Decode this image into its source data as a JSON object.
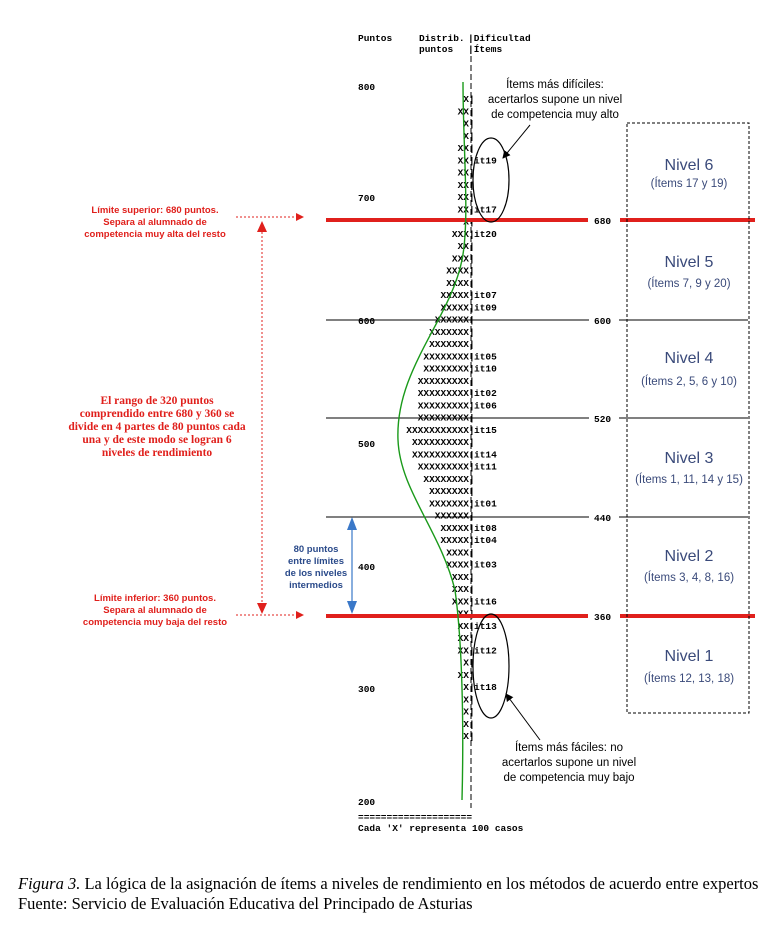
{
  "header": {
    "puntos": "Puntos",
    "distrib_1": "Distrib.",
    "distrib_2": "puntos",
    "dificultad_1": "|Dificultad",
    "dificultad_2": "|Ítems"
  },
  "scale": {
    "labels": [
      "800",
      "700",
      "600",
      "500",
      "400",
      "300",
      "200"
    ],
    "footer_rule": "====================",
    "footer_note": "Cada 'X' representa   100 casos"
  },
  "rows": [
    {
      "x": "X",
      "item": ""
    },
    {
      "x": "XX",
      "item": ""
    },
    {
      "x": "X",
      "item": ""
    },
    {
      "x": "X",
      "item": ""
    },
    {
      "x": "XX",
      "item": ""
    },
    {
      "x": "XX",
      "item": "it19"
    },
    {
      "x": "XX",
      "item": ""
    },
    {
      "x": "XX",
      "item": ""
    },
    {
      "x": "XX",
      "item": ""
    },
    {
      "x": "XX",
      "item": "it17"
    },
    {
      "x": "X",
      "item": ""
    },
    {
      "x": "XXX",
      "item": "it20"
    },
    {
      "x": "XX",
      "item": ""
    },
    {
      "x": "XXX",
      "item": ""
    },
    {
      "x": "XXXX",
      "item": ""
    },
    {
      "x": "XXXX",
      "item": ""
    },
    {
      "x": "XXXXX",
      "item": "it07"
    },
    {
      "x": "XXXXX",
      "item": "it09"
    },
    {
      "x": "XXXXXX",
      "item": ""
    },
    {
      "x": "XXXXXXX",
      "item": ""
    },
    {
      "x": "XXXXXXX",
      "item": ""
    },
    {
      "x": "XXXXXXXX",
      "item": "it05"
    },
    {
      "x": "XXXXXXXX",
      "item": "it10"
    },
    {
      "x": "XXXXXXXXX",
      "item": ""
    },
    {
      "x": "XXXXXXXXX",
      "item": "it02"
    },
    {
      "x": "XXXXXXXXX",
      "item": "it06"
    },
    {
      "x": "XXXXXXXXX",
      "item": ""
    },
    {
      "x": "XXXXXXXXXXX",
      "item": "it15"
    },
    {
      "x": "XXXXXXXXXX",
      "item": ""
    },
    {
      "x": "XXXXXXXXXX",
      "item": "it14"
    },
    {
      "x": "XXXXXXXXX",
      "item": "it11"
    },
    {
      "x": "XXXXXXXX",
      "item": ""
    },
    {
      "x": "XXXXXXX",
      "item": ""
    },
    {
      "x": "XXXXXXX",
      "item": "it01"
    },
    {
      "x": "XXXXXX",
      "item": ""
    },
    {
      "x": "XXXXX",
      "item": "it08"
    },
    {
      "x": "XXXXX",
      "item": "it04"
    },
    {
      "x": "XXXX",
      "item": ""
    },
    {
      "x": "XXXX",
      "item": "it03"
    },
    {
      "x": "XXX",
      "item": ""
    },
    {
      "x": "XXX",
      "item": ""
    },
    {
      "x": "XXX",
      "item": "it16"
    },
    {
      "x": "XX",
      "item": ""
    },
    {
      "x": "XX",
      "item": "it13"
    },
    {
      "x": "XX",
      "item": ""
    },
    {
      "x": "XX",
      "item": "it12"
    },
    {
      "x": "X",
      "item": ""
    },
    {
      "x": "XX",
      "item": ""
    },
    {
      "x": "X",
      "item": "it18"
    },
    {
      "x": "X",
      "item": ""
    },
    {
      "x": "X",
      "item": ""
    },
    {
      "x": "X",
      "item": ""
    },
    {
      "x": "X",
      "item": ""
    }
  ],
  "cutoffs": [
    "680",
    "600",
    "520",
    "440",
    "360"
  ],
  "levels": [
    {
      "name": "Nivel 6",
      "items": "(Ítems 17 y 19)"
    },
    {
      "name": "Nivel 5",
      "items": "(Ítems 7, 9 y 20)"
    },
    {
      "name": "Nivel 4",
      "items": "(Ítems 2, 5, 6 y 10)"
    },
    {
      "name": "Nivel 3",
      "items": "(Ítems 1, 11, 14 y 15)"
    },
    {
      "name": "Nivel 2",
      "items": "(Ítems 3, 4, 8, 16)"
    },
    {
      "name": "Nivel 1",
      "items": "(Ítems 12, 13, 18)"
    }
  ],
  "annotations": {
    "hard": [
      "Ítems más difíciles:",
      "acertarlos supone un nivel",
      "de competencia muy alto"
    ],
    "easy": [
      "Ítems más fáciles: no",
      "acertarlos supone un nivel",
      "de competencia muy bajo"
    ],
    "upper": [
      "Límite superior: 680 puntos.",
      "Separa al alumnado de",
      "competencia muy alta del resto"
    ],
    "range": [
      "El rango de 320 puntos",
      "comprendido entre 680 y 360 se",
      "divide en 4 partes de 80 puntos cada",
      "una y de este modo se logran 6",
      "niveles de rendimiento"
    ],
    "eighty": [
      "80 puntos",
      "entre límites",
      "de los niveles",
      "intermedios"
    ],
    "lower": [
      "Límite inferior: 360 puntos.",
      "Separa al alumnado de",
      "competencia muy baja del resto"
    ]
  },
  "caption": {
    "figure_label": "Figura 3.",
    "figure_text": " La lógica de la asignación de ítems a niveles de rendimiento en los métodos de acuerdo entre expertos",
    "source": "Fuente: Servicio de Evaluación Educativa del Principado de Asturias"
  },
  "colors": {
    "red": "#e0201c",
    "green": "#1a9a1a",
    "blue_arrow": "#3a78c8",
    "level_text": "#3a4a7a"
  }
}
